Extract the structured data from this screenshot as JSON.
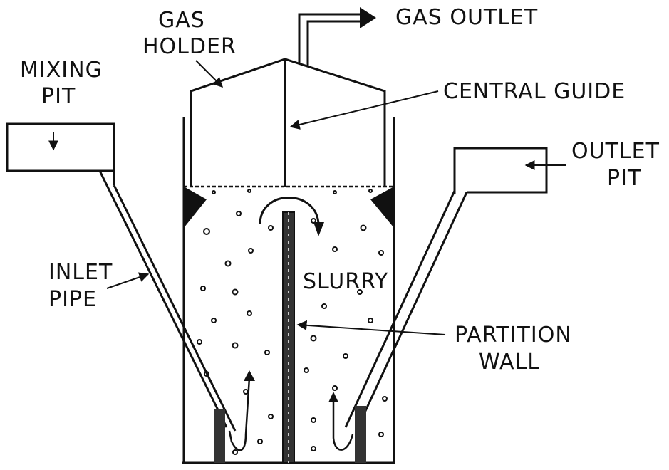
{
  "labels": {
    "gas_holder_line1": "GAS",
    "gas_holder_line2": "HOLDER",
    "gas_outlet": "GAS OUTLET",
    "mixing_pit_line1": "MIXING",
    "mixing_pit_line2": "PIT",
    "central_guide": "CENTRAL GUIDE",
    "outlet_pit_line1": "OUTLET",
    "outlet_pit_line2": "PIT",
    "inlet_pipe_line1": "INLET",
    "inlet_pipe_line2": "PIPE",
    "slurry": "SLURRY",
    "partition_wall_line1": "PARTITION",
    "partition_wall_line2": "WALL"
  },
  "colors": {
    "ink": "#111111",
    "background": "#ffffff"
  }
}
